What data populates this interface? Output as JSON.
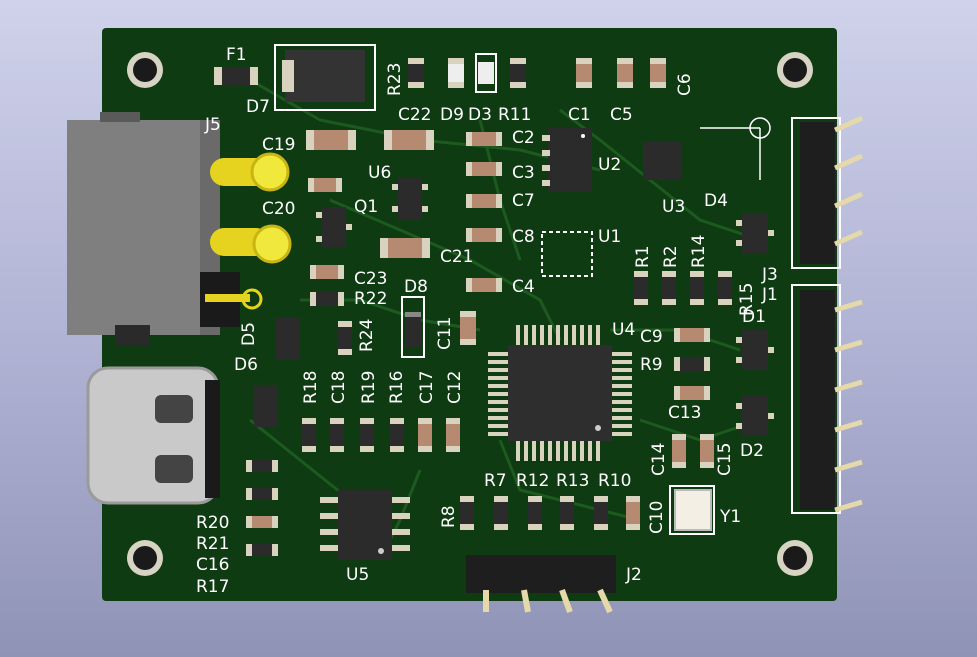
{
  "board": {
    "colors": {
      "background_top": "#cfd2ea",
      "background_bottom": "#8f93b6",
      "pcb": "#0f3b12",
      "trace": "#1c5a1f",
      "silkscreen": "#ffffff",
      "pad": "#d9d2bf",
      "ic_body": "#2b2b2b",
      "gold": "#e6d31f"
    },
    "labels": {
      "F1": "F1",
      "D7": "D7",
      "R23": "R23",
      "C22": "C22",
      "D9": "D9",
      "D3": "D3",
      "R11": "R11",
      "C1": "C1",
      "C5": "C5",
      "C6": "C6",
      "J5": "J5",
      "C19": "C19",
      "C2": "C2",
      "U2": "U2",
      "U6": "U6",
      "C3": "C3",
      "C20": "C20",
      "Q1": "Q1",
      "C7": "C7",
      "U3": "U3",
      "D4": "D4",
      "C8": "C8",
      "U1": "U1",
      "C21": "C21",
      "R1": "R1",
      "R2": "R2",
      "R14": "R14",
      "C23": "C23",
      "R22": "R22",
      "C4": "C4",
      "J3": "J3",
      "R15": "R15",
      "J1": "J1",
      "D8": "D8",
      "D5": "D5",
      "R24": "R24",
      "C11": "C11",
      "U4": "U4",
      "C9": "C9",
      "D1": "D1",
      "D6": "D6",
      "R9": "R9",
      "R18": "R18",
      "C18": "C18",
      "R19": "R19",
      "R16": "R16",
      "C17": "C17",
      "C12": "C12",
      "C13": "C13",
      "D2": "D2",
      "C14": "C14",
      "C15": "C15",
      "R7": "R7",
      "R12": "R12",
      "R13": "R13",
      "R10": "R10",
      "R8": "R8",
      "C10": "C10",
      "Y1": "Y1",
      "R20": "R20",
      "R21": "R21",
      "C16": "C16",
      "R17": "R17",
      "U5": "U5",
      "J2": "J2"
    }
  }
}
